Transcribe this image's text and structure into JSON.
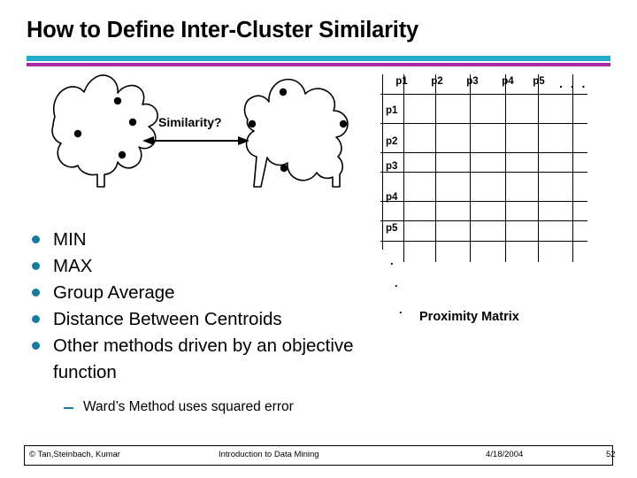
{
  "slide": {
    "title": "How to Define Inter-Cluster Similarity",
    "accent_cyan": "#21AACB",
    "accent_magenta": "#A62BA8",
    "bullet_color": "#1A7A9E"
  },
  "diagram": {
    "similarity_label": "Similarity?",
    "left_cluster_name": "cluster-blob-left",
    "right_cluster_name": "cluster-blob-right",
    "arrow_name": "double-headed-arrow",
    "left_points": 4,
    "right_points": 4
  },
  "matrix": {
    "caption": "Proximity Matrix",
    "col_headers": [
      "p1",
      "p2",
      "p3",
      "p4",
      "p5"
    ],
    "row_headers": [
      "p1",
      "p2",
      "p3",
      "p4",
      "p5"
    ],
    "col_ellipsis": ". . .",
    "row_ellipsis": [
      ".",
      ".",
      "."
    ],
    "cells": [
      [
        "",
        "",
        "",
        "",
        ""
      ],
      [
        "",
        "",
        "",
        "",
        ""
      ],
      [
        "",
        "",
        "",
        "",
        ""
      ],
      [
        "",
        "",
        "",
        "",
        ""
      ],
      [
        "",
        "",
        "",
        "",
        ""
      ]
    ]
  },
  "bullets": [
    {
      "text": "MIN"
    },
    {
      "text": "MAX"
    },
    {
      "text": "Group Average"
    },
    {
      "text": "Distance Between Centroids"
    },
    {
      "text": "Other methods driven by an objective function"
    }
  ],
  "sub_bullet": {
    "text": "Ward’s Method uses squared error"
  },
  "footer": {
    "copyright": "© Tan,Steinbach, Kumar",
    "book": "Introduction to Data Mining",
    "date": "4/18/2004",
    "page": "52"
  }
}
